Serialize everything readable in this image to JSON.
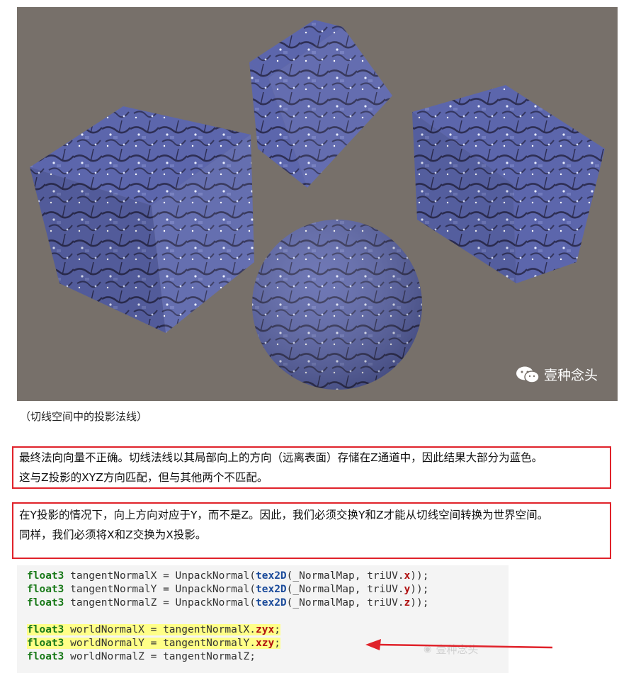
{
  "watermark": {
    "text": "壹种念头",
    "icon": "wechat-icon"
  },
  "caption": "（切线空间中的投影法线）",
  "notes": [
    {
      "line1": "最终法向向量不正确。切线法线以其局部向上的方向（远离表面）存储在Z通道中，因此结果大部分为蓝色。",
      "line2": "这与Z投影的XYZ方向匹配，但与其他两个不匹配。"
    },
    {
      "line1": "在Y投影的情况下，向上方向对应于Y，而不是Z。因此，我们必须交换Y和Z才能从切线空间转换为世界空间。",
      "line2": "同样，我们必须将X和Z交换为X投影。"
    }
  ],
  "code": {
    "lines": [
      {
        "type": "float3",
        "name": " tangentNormalX = UnpackNormal(",
        "fn": "tex2D",
        "args": "(_NormalMap, triUV.",
        "swz": "x",
        "end": "));"
      },
      {
        "type": "float3",
        "name": " tangentNormalY = UnpackNormal(",
        "fn": "tex2D",
        "args": "(_NormalMap, triUV.",
        "swz": "y",
        "end": "));"
      },
      {
        "type": "float3",
        "name": " tangentNormalZ = UnpackNormal(",
        "fn": "tex2D",
        "args": "(_NormalMap, triUV.",
        "swz": "z",
        "end": "));"
      }
    ],
    "lines2": [
      {
        "type": "float3",
        "text": " worldNormalX = tangentNormalX.",
        "swz": "zyx",
        "end": ";"
      },
      {
        "type": "float3",
        "text": " worldNormalY = tangentNormalY.",
        "swz": "xzy",
        "end": ";"
      },
      {
        "type": "float3",
        "text": " worldNormalZ = tangentNormalZ;",
        "swz": "",
        "end": ""
      }
    ],
    "watermark": "壹种念头"
  },
  "colors": {
    "annotation": "#e0222a",
    "scene_bg": "#77706a",
    "object": "#5a64a8"
  }
}
